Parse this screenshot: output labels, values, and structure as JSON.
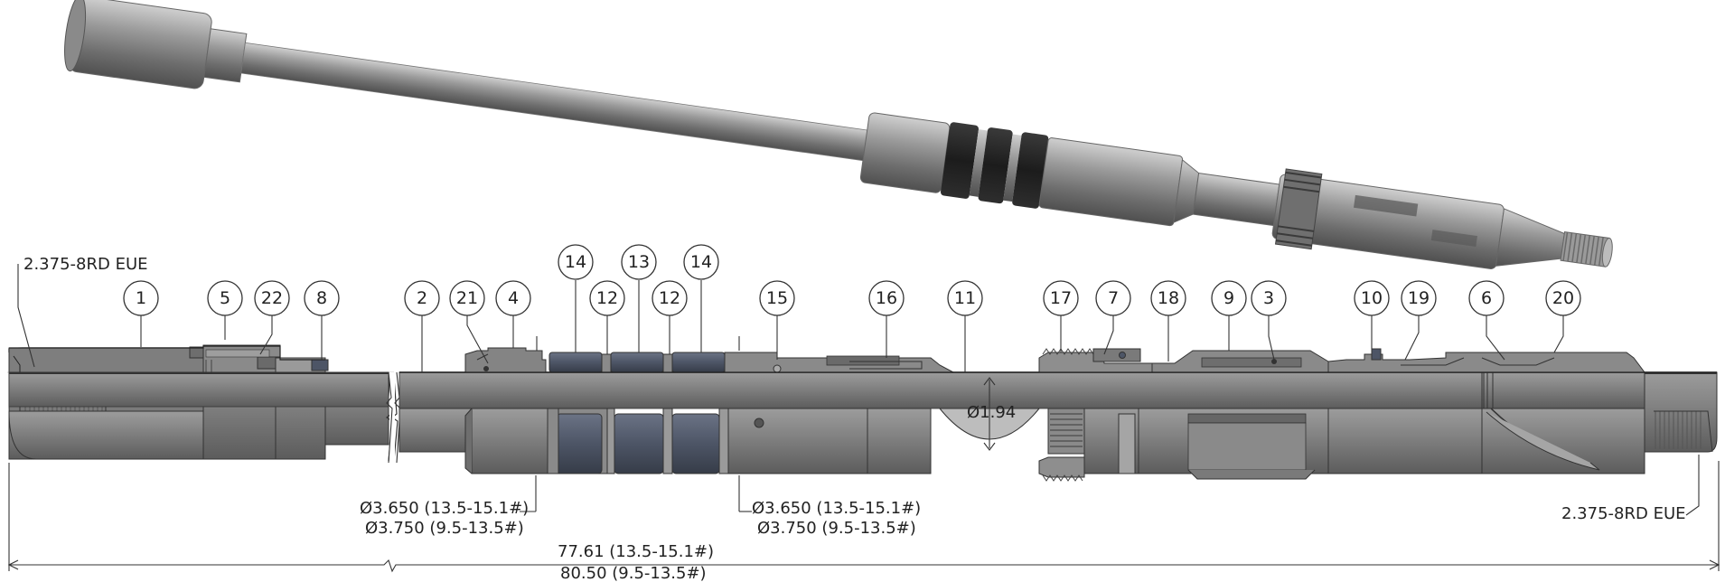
{
  "connections": {
    "top_left": "2.375-8RD EUE",
    "bottom_right": "2.375-8RD EUE"
  },
  "callouts": [
    "1",
    "5",
    "22",
    "8",
    "2",
    "21",
    "4",
    "14",
    "12",
    "13",
    "12",
    "14",
    "15",
    "16",
    "11",
    "17",
    "7",
    "18",
    "9",
    "3",
    "10",
    "19",
    "6",
    "20"
  ],
  "dimensions": {
    "bore": "Ø1.94",
    "od_left_1": "Ø3.650 (13.5-15.1#)",
    "od_left_2": "Ø3.750 (9.5-13.5#)",
    "od_right_1": "Ø3.650 (13.5-15.1#)",
    "od_right_2": "Ø3.750 (9.5-13.5#)",
    "length_1": "77.61 (13.5-15.1#)",
    "length_2": "80.50 (9.5-13.5#)"
  },
  "colors": {
    "body_gray": "#7d7d7d",
    "dark_gray": "#4a4a4a",
    "light_gray": "#b8b8b8",
    "packing_element": "#4d5566",
    "line": "#333333"
  }
}
